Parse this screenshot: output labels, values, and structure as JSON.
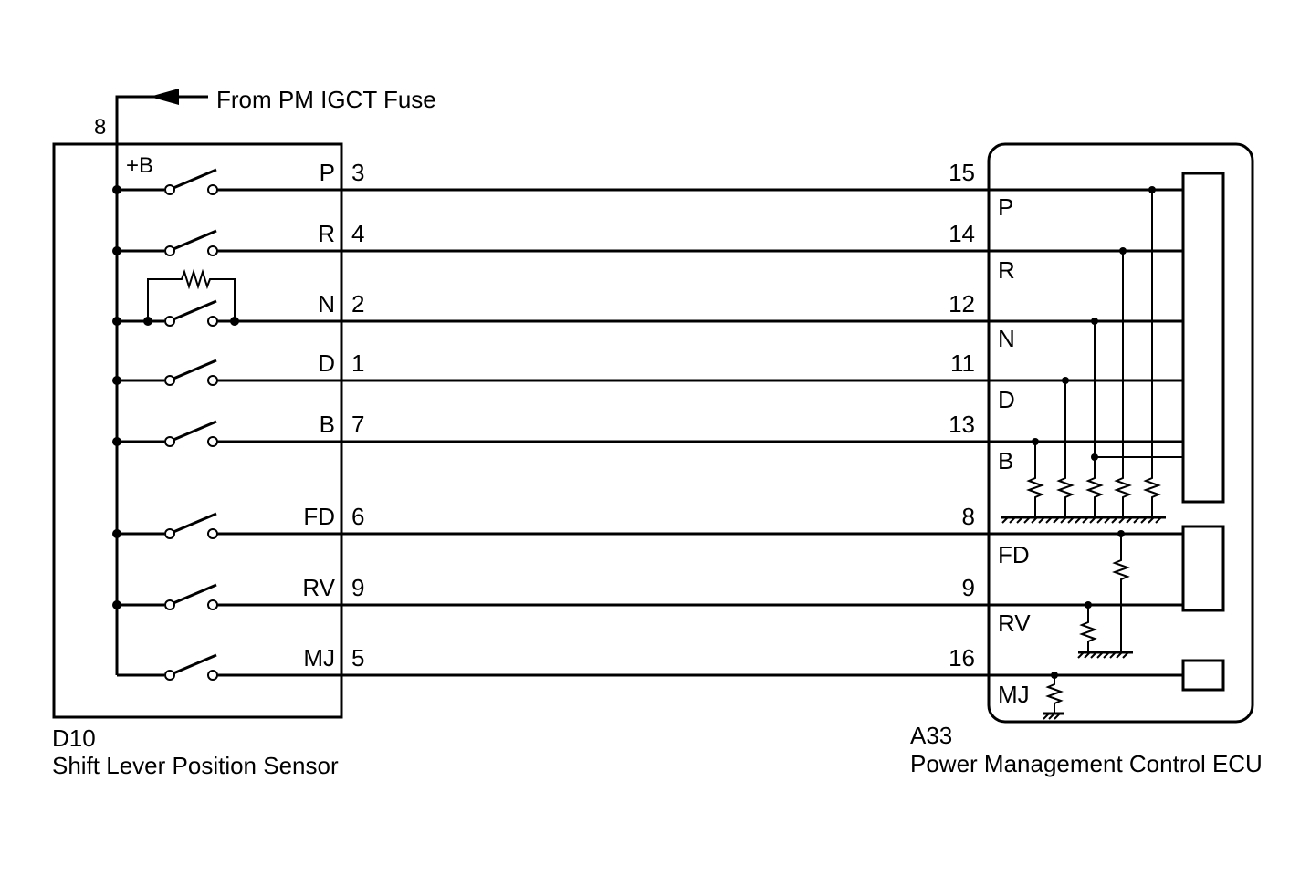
{
  "power_source": {
    "label": "From PM IGCT Fuse",
    "pin": "8"
  },
  "sensor": {
    "connector": "D10",
    "name": "Shift Lever Position Sensor",
    "plus_b": "+B"
  },
  "ecu": {
    "connector": "A33",
    "name": "Power Management Control ECU"
  },
  "circuits": [
    {
      "signal": "P",
      "sensor_pin": "3",
      "ecu_pin": "15",
      "ecu_label": "P"
    },
    {
      "signal": "R",
      "sensor_pin": "4",
      "ecu_pin": "14",
      "ecu_label": "R"
    },
    {
      "signal": "N",
      "sensor_pin": "2",
      "ecu_pin": "12",
      "ecu_label": "N"
    },
    {
      "signal": "D",
      "sensor_pin": "1",
      "ecu_pin": "11",
      "ecu_label": "D"
    },
    {
      "signal": "B",
      "sensor_pin": "7",
      "ecu_pin": "13",
      "ecu_label": "B"
    },
    {
      "signal": "FD",
      "sensor_pin": "6",
      "ecu_pin": "8",
      "ecu_label": "FD"
    },
    {
      "signal": "RV",
      "sensor_pin": "9",
      "ecu_pin": "9",
      "ecu_label": "RV"
    },
    {
      "signal": "MJ",
      "sensor_pin": "5",
      "ecu_pin": "16",
      "ecu_label": "MJ"
    }
  ]
}
